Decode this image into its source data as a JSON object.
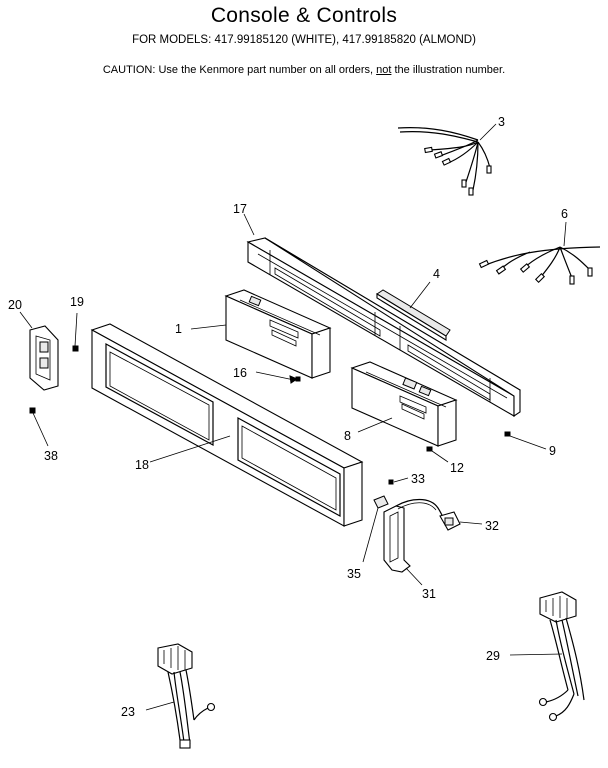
{
  "header": {
    "title": "Console & Controls",
    "models": "FOR MODELS:  417.99185120 (WHITE), 417.99185820 (ALMOND)",
    "caution_pre": "CAUTION:  Use the Kenmore part number on all orders, ",
    "caution_em": "not",
    "caution_post": " the illustration number."
  },
  "callouts": {
    "c1": "1",
    "c3": "3",
    "c4": "4",
    "c6": "6",
    "c8": "8",
    "c9": "9",
    "c12": "12",
    "c16": "16",
    "c17": "17",
    "c18": "18",
    "c19": "19",
    "c20": "20",
    "c23": "23",
    "c29": "29",
    "c31": "31",
    "c32": "32",
    "c33": "33",
    "c35": "35",
    "c38": "38"
  },
  "parts": [
    "wire-harness-3",
    "wire-harness-6",
    "console-backplate-17",
    "trim-strip-4",
    "control-board-1",
    "screw-16",
    "control-board-8",
    "screw-9",
    "screw-12",
    "console-frame-18",
    "end-cap-20",
    "screw-19",
    "screw-38",
    "screw-33",
    "clip-35",
    "bracket-31",
    "connector-32",
    "wire-harness-23",
    "wire-harness-29"
  ]
}
